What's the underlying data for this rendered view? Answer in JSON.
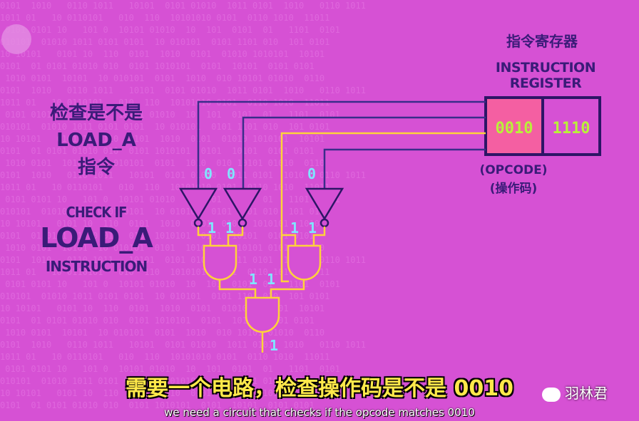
{
  "left_panel": {
    "cn_title_lines": [
      "检查是不是",
      "LOAD_A",
      "指令"
    ],
    "en_check": "CHECK IF",
    "en_load": "LOAD_A",
    "en_instruction": "INSTRUCTION"
  },
  "register": {
    "cn_label": "指令寄存器",
    "en_line1": "INSTRUCTION",
    "en_line2": "REGISTER",
    "opcode_value": "0010",
    "operand_value": "1110",
    "opcode_en": "(OPCODE)",
    "opcode_cn": "(操作码)"
  },
  "circuit": {
    "not_inputs": [
      "0",
      "0",
      "0"
    ],
    "not_outputs": [
      "1",
      "1"
    ],
    "and2_inputs": [
      "1",
      "1"
    ],
    "and3_inputs": [
      "1",
      "1"
    ],
    "final_output": "1",
    "colors": {
      "wire_blue": "#3a2d8a",
      "wire_yellow": "#ffd23a",
      "bit_text": "#7fe6ff",
      "opcode_bg": "#f45fa2",
      "register_text": "#b9f03a"
    }
  },
  "subtitles": {
    "cn": "需要一个电路，检查操作码是不是 0010",
    "en": "we need a circuit that checks if the opcode matches 0010"
  },
  "watermark": {
    "text": "羽林君",
    "icon": "wechat-bubble-icon"
  }
}
